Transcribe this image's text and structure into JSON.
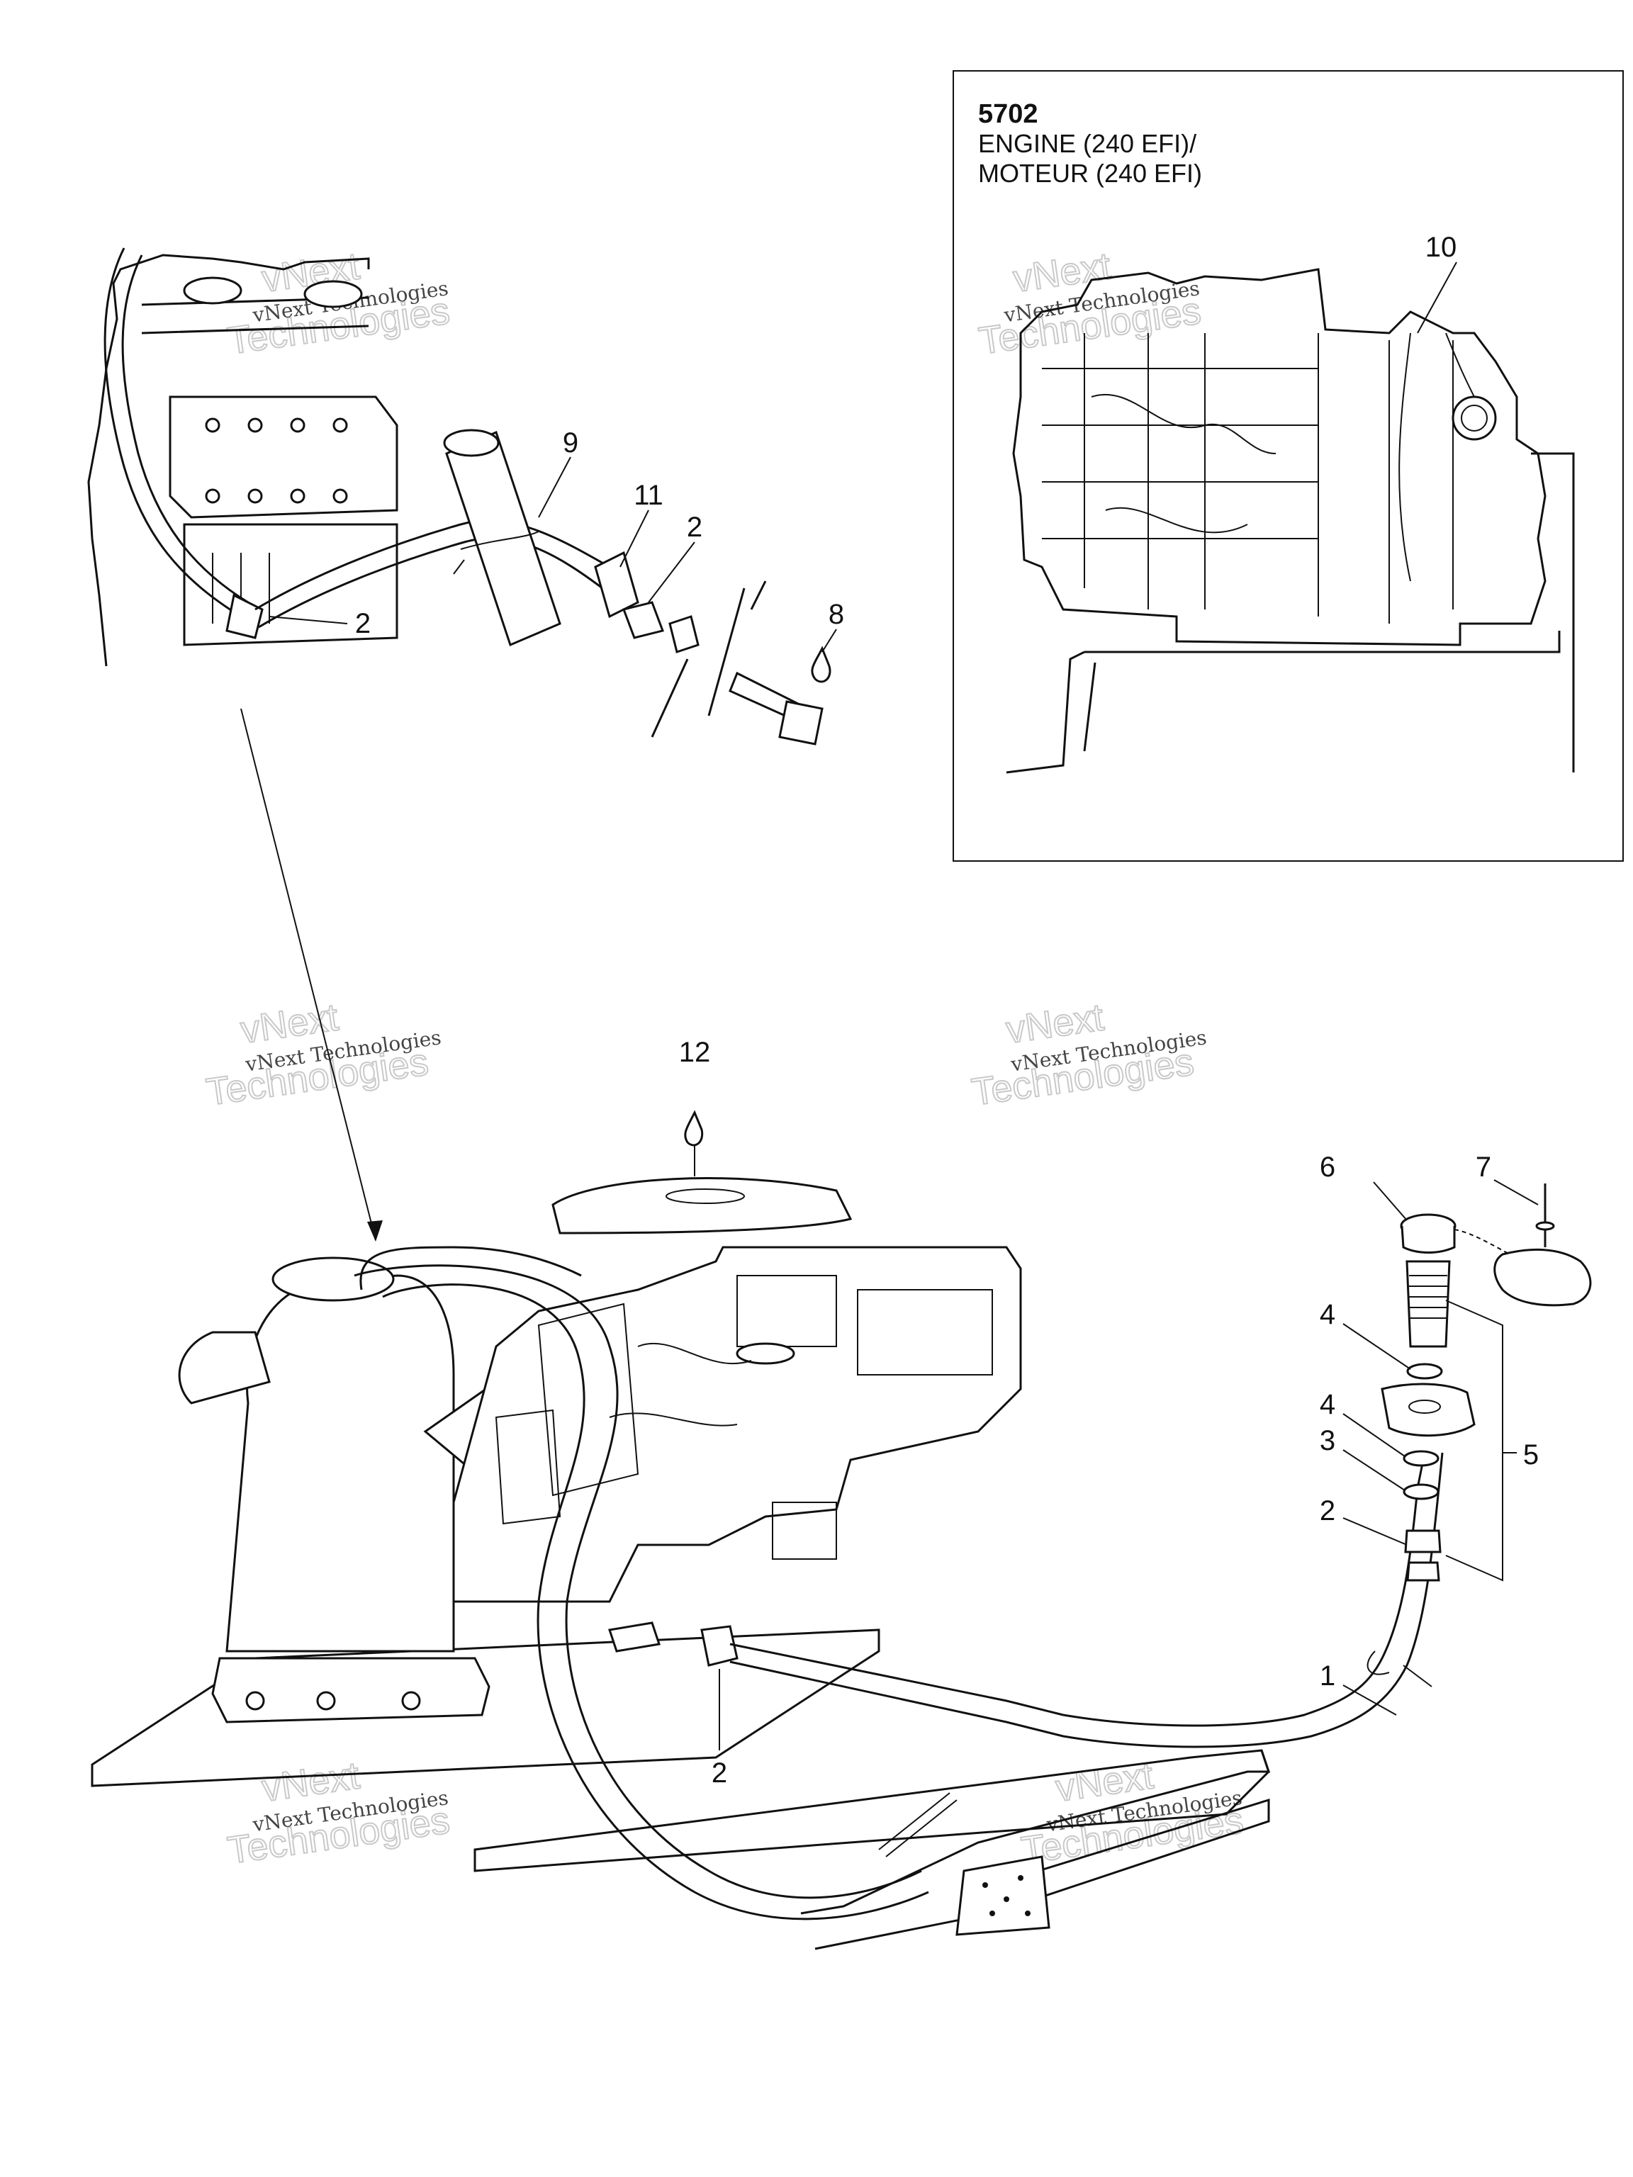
{
  "inset": {
    "code": "5702",
    "title_line1": "ENGINE (240 EFI)/",
    "title_line2": "MOTEUR (240 EFI)"
  },
  "callouts": {
    "c1": "1",
    "c2_top": "2",
    "c2_top_right": "2",
    "c2_right": "2",
    "c2_bottom": "2",
    "c3": "3",
    "c4_upper": "4",
    "c4_lower": "4",
    "c5": "5",
    "c6": "6",
    "c7": "7",
    "c8": "8",
    "c9": "9",
    "c10": "10",
    "c11": "11",
    "c12": "12"
  },
  "watermark": {
    "line_small": "vNext Technologies",
    "big_a": "vNext",
    "big_b": "Technologies"
  }
}
